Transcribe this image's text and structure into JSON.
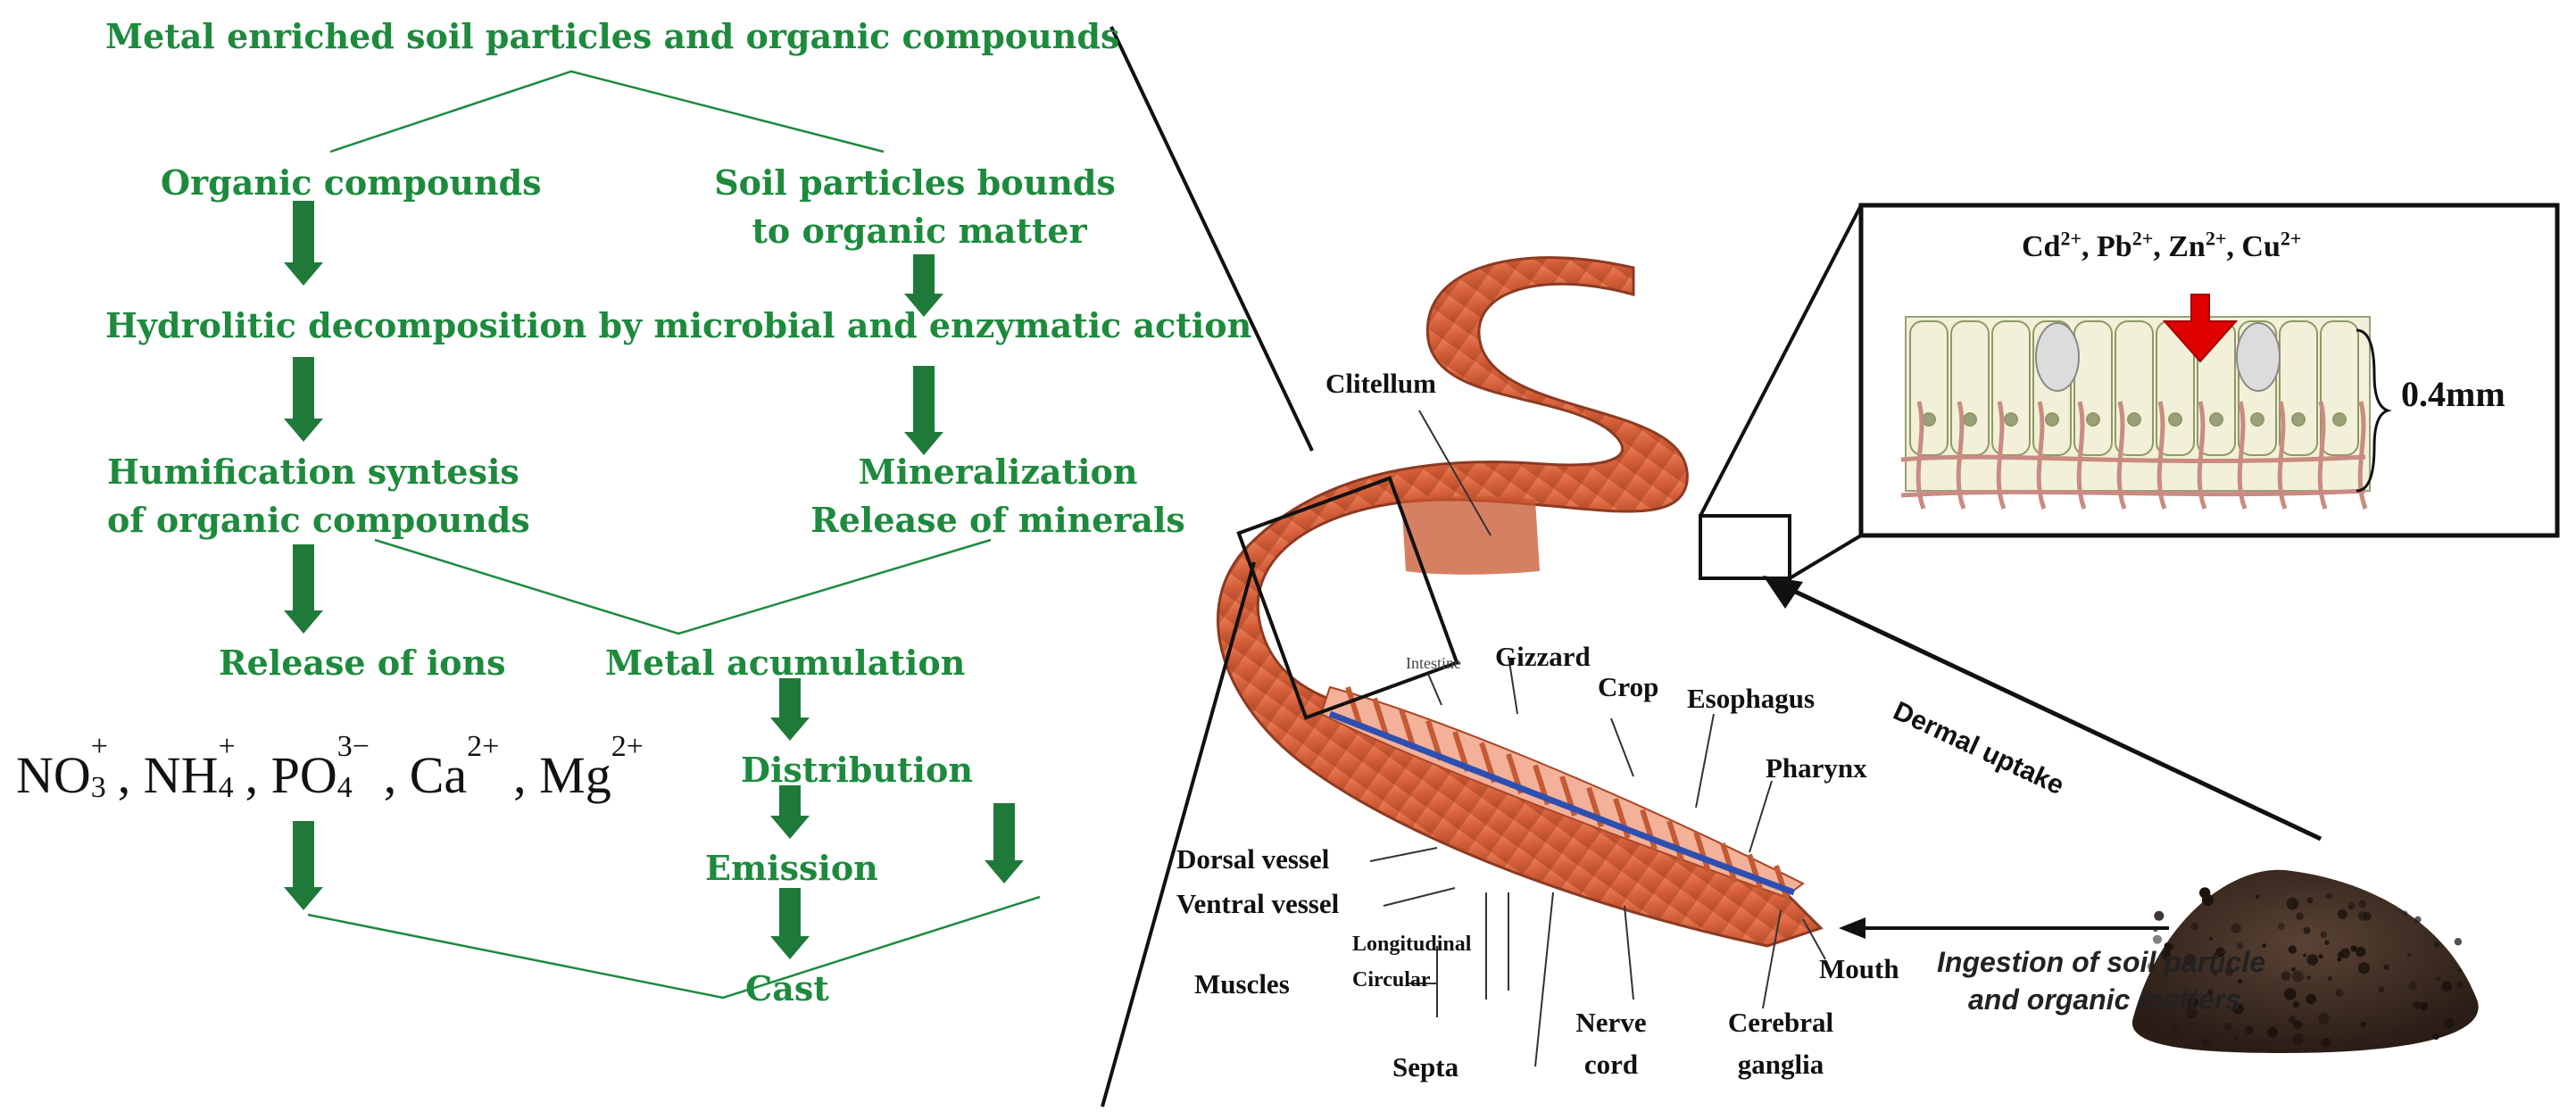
{
  "flowchart": {
    "top": "Metal enriched soil particles and organic compounds",
    "organic_compounds": "Organic compounds",
    "soil_particles_line1": "Soil particles bounds",
    "soil_particles_line2": "to organic matter",
    "hydrolitic": "Hydrolitic decomposition by microbial and enzymatic action",
    "humification_line1": "Humification syntesis",
    "humification_line2": "of organic compounds",
    "mineralization_line1": "Mineralization",
    "mineralization_line2": "Release of minerals",
    "release_ions": "Release of ions",
    "metal_accumulation": "Metal acumulation",
    "distribution": "Distribution",
    "emission": "Emission",
    "cast": "Cast",
    "ions": [
      {
        "base": "NO",
        "sub": "3",
        "sup": "+"
      },
      {
        "base": "NH",
        "sub": "4",
        "sup": "+"
      },
      {
        "base": "PO",
        "sub": "4",
        "sup": "3−"
      },
      {
        "base": "Ca",
        "sub": "",
        "sup": "2+"
      },
      {
        "base": "Mg",
        "sub": "",
        "sup": "2+"
      }
    ],
    "colors": {
      "text": "#1d8a3d",
      "arrow": "#1f7a3a",
      "line": "#1d8a3d"
    }
  },
  "worm": {
    "labels": {
      "clitellum": "Clitellum",
      "intestine": "Intestine",
      "gizzard": "Gizzard",
      "crop": "Crop",
      "esophagus": "Esophagus",
      "pharynx": "Pharynx",
      "dorsal_vessel": "Dorsal vessel",
      "ventral_vessel": "Ventral vessel",
      "longitudinal": "Longitudinal",
      "circular": "Circular",
      "muscles": "Muscles",
      "septa": "Septa",
      "nerve_cord_line1": "Nerve",
      "nerve_cord_line2": "cord",
      "cerebral_line1": "Cerebral",
      "cerebral_line2": "ganglia",
      "mouth": "Mouth"
    },
    "colors": {
      "body": "#d9653d",
      "body_dark": "#a94526",
      "ring": "#b9542f",
      "vessel": "#2f4fb0"
    }
  },
  "inset": {
    "metals": [
      {
        "base": "Cd",
        "sup": "2+"
      },
      {
        "base": "Pb",
        "sup": "2+"
      },
      {
        "base": "Zn",
        "sup": "2+"
      },
      {
        "base": "Cu",
        "sup": "2+"
      }
    ],
    "thickness": "0.4mm",
    "colors": {
      "arrow": "#e00000",
      "cells": "#f2f0d8",
      "vessels": "#c98b82"
    }
  },
  "uptake": {
    "dermal": "Dermal uptake",
    "ingestion_line1": "Ingestion of soil particle",
    "ingestion_line2": "and organic matters",
    "colors": {
      "soil": "#3a2a20"
    }
  }
}
